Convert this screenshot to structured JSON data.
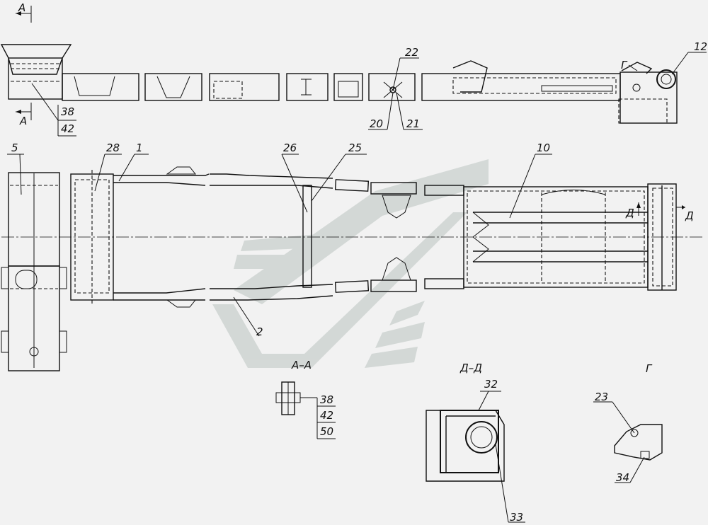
{
  "views": {
    "section_aa": "А–А",
    "section_dd": "Д–Д",
    "view_g": "Г"
  },
  "cut_marks": {
    "a_top": "А",
    "a_bottom": "А",
    "d_left": "Д",
    "d_right": "Д",
    "g_top": "Г"
  },
  "callouts": {
    "c1": "1",
    "c2": "2",
    "c5": "5",
    "c10": "10",
    "c12": "12",
    "c20": "20",
    "c21": "21",
    "c22": "22",
    "c23": "23",
    "c25": "25",
    "c26": "26",
    "c28": "28",
    "c32": "32",
    "c33": "33",
    "c34": "34",
    "top_38": "38",
    "top_42": "42",
    "aa_38": "38",
    "aa_42": "42",
    "aa_50": "50"
  },
  "colors": {
    "line": "#111111",
    "background": "#f2f2f2",
    "watermark": "#c9d0cd"
  }
}
